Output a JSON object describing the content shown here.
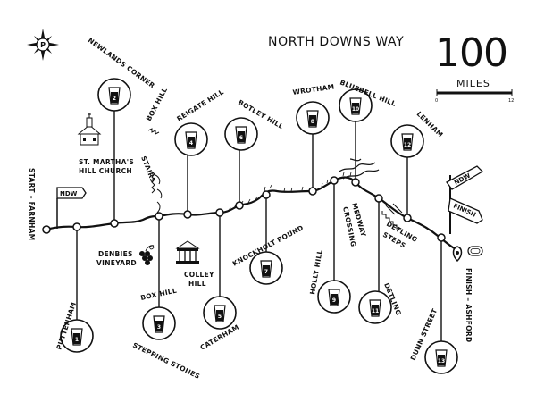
{
  "header": {
    "title": "NORTH DOWNS WAY",
    "distance_value": "100",
    "distance_unit": "MILES",
    "scale_start": "0",
    "scale_end": "12"
  },
  "endpoints": {
    "start": "START – FARNHAM",
    "finish": "FINISH – ASHFORD"
  },
  "stages": [
    {
      "num": "1",
      "label": "PUTTENHAM"
    },
    {
      "num": "2",
      "label": "NEWLANDS CORNER"
    },
    {
      "num": "3",
      "label_top": "BOX HILL",
      "label_bottom": "STEPPING STONES"
    },
    {
      "num": "4",
      "label": "REIGATE HILL"
    },
    {
      "num": "5",
      "label": "CATERHAM"
    },
    {
      "num": "6",
      "label": "BOTLEY HILL"
    },
    {
      "num": "7",
      "label": "KNOCKHOLT POUND"
    },
    {
      "num": "8",
      "label": "WROTHAM"
    },
    {
      "num": "9",
      "label": "HOLLY HILL"
    },
    {
      "num": "10",
      "label": "BLUEBELL HILL"
    },
    {
      "num": "11",
      "label": "DETLING"
    },
    {
      "num": "12",
      "label": "LENHAM"
    },
    {
      "num": "13",
      "label": "DUNN STREET"
    }
  ],
  "landmarks": {
    "st_marthas_line1": "ST. MARTHA'S",
    "st_marthas_line2": "HILL CHURCH",
    "denbies_line1": "DENBIES",
    "denbies_line2": "VINEYARD",
    "colley_line1": "COLLEY",
    "colley_line2": "HILL",
    "box_hill_stairs_line1": "BOX HILL",
    "box_hill_stairs_line2": "STAIRS",
    "medway_line1": "MEDWAY",
    "medway_line2": "CROSSING",
    "detling_steps_line1": "DETLING",
    "detling_steps_line2": "STEPS"
  },
  "signs": {
    "ndw_start": "NDW",
    "ndw_end": "NDW",
    "finish": "FINISH"
  },
  "icons": [
    "compass-rose-icon",
    "pint-glass-icon",
    "church-icon",
    "grapes-icon",
    "temple-icon",
    "stairs-icon",
    "river-icon",
    "signpost-icon",
    "finish-marker-icon"
  ]
}
